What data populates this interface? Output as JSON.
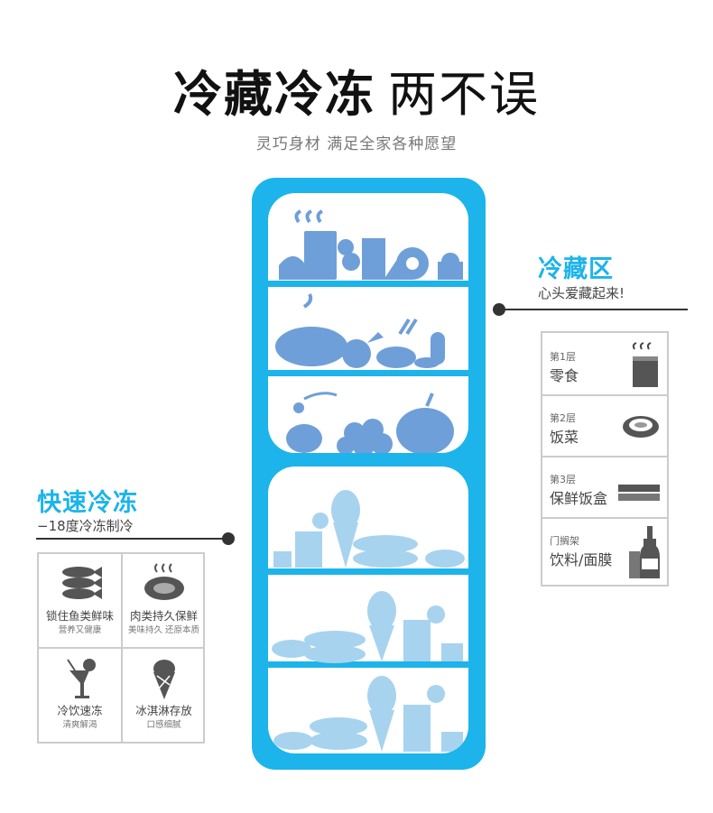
{
  "header": {
    "title_main": "冷藏冷冻",
    "title_tail": "两不误",
    "subtitle": "灵巧身材  满足全家各种愿望"
  },
  "colors": {
    "accent": "#1cb4ea",
    "food_top": "#6f9fd8",
    "food_bottom": "#a7d3ef",
    "line": "#333333"
  },
  "fridge_zone": {
    "title": "冷藏区",
    "subtitle": "心头爱藏起来!",
    "layers": [
      {
        "label": "第1层",
        "name": "零食",
        "icon": "snack-bag-icon"
      },
      {
        "label": "第2层",
        "name": "饭菜",
        "icon": "dish-bowl-icon"
      },
      {
        "label": "第3层",
        "name": "保鲜饭盒",
        "icon": "lunch-box-icon"
      },
      {
        "label": "门搁架",
        "name": "饮料/面膜",
        "icon": "bottle-icon"
      }
    ]
  },
  "freezer_zone": {
    "title": "快速冷冻",
    "subtitle": "−18度冷冻制冷",
    "features": [
      {
        "name": "锁住鱼类鲜味",
        "desc": "营养又健康",
        "icon": "fish-icon"
      },
      {
        "name": "肉类持久保鲜",
        "desc": "美味持久 还原本质",
        "icon": "steak-icon"
      },
      {
        "name": "冷饮速冻",
        "desc": "清爽解渴",
        "icon": "cold-drink-icon"
      },
      {
        "name": "冰淇淋存放",
        "desc": "口感细腻",
        "icon": "ice-cream-icon"
      }
    ]
  }
}
